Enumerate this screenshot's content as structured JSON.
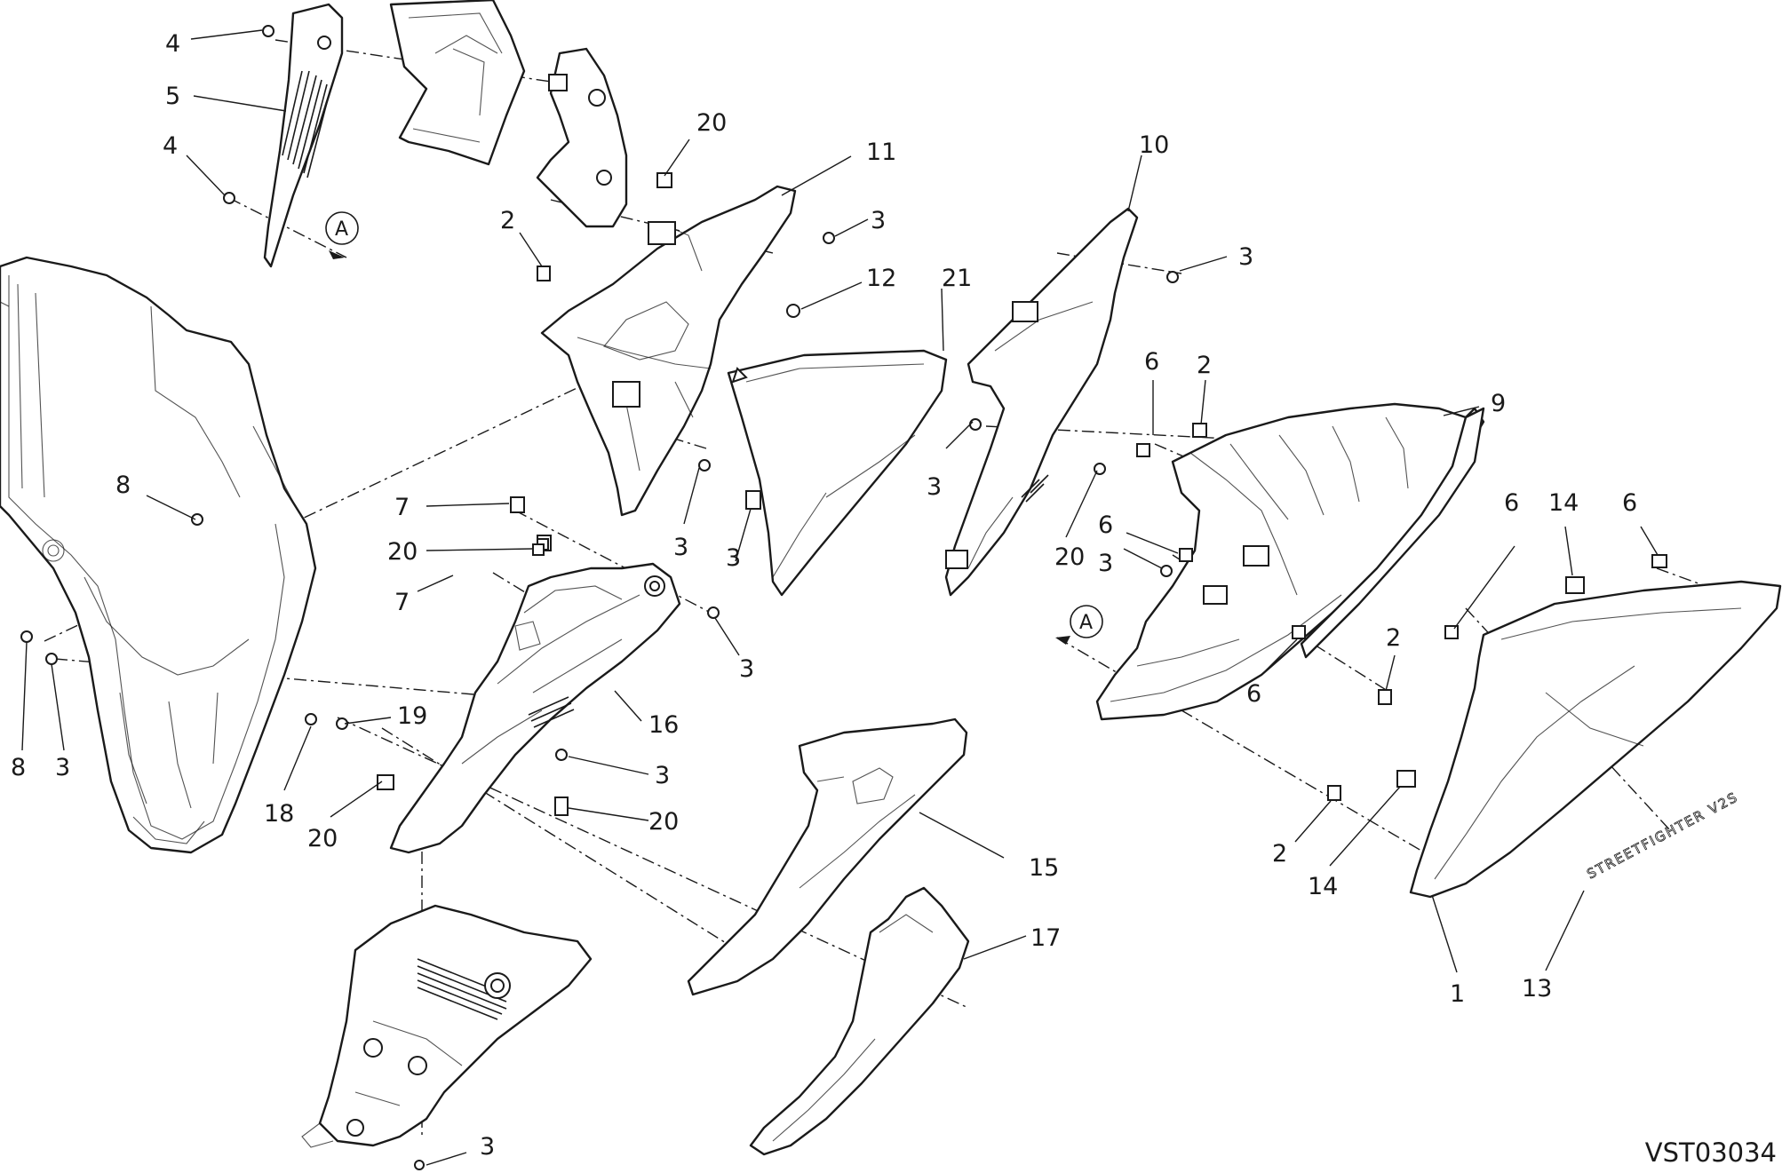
{
  "drawing_code": "VST03034",
  "view_marker": "A",
  "decal_text": "STREETFIGHTER V2S",
  "callouts": [
    {
      "id": "c1",
      "label": "4"
    },
    {
      "id": "c2",
      "label": "5"
    },
    {
      "id": "c3",
      "label": "4"
    },
    {
      "id": "c4",
      "label": "20"
    },
    {
      "id": "c5",
      "label": "11"
    },
    {
      "id": "c6",
      "label": "2"
    },
    {
      "id": "c7",
      "label": "3"
    },
    {
      "id": "c8",
      "label": "12"
    },
    {
      "id": "c9",
      "label": "21"
    },
    {
      "id": "c10",
      "label": "10"
    },
    {
      "id": "c11",
      "label": "3"
    },
    {
      "id": "c12",
      "label": "6"
    },
    {
      "id": "c13",
      "label": "2"
    },
    {
      "id": "c14",
      "label": "9"
    },
    {
      "id": "c15",
      "label": "8"
    },
    {
      "id": "c16",
      "label": "3"
    },
    {
      "id": "c17",
      "label": "20"
    },
    {
      "id": "c18",
      "label": "7"
    },
    {
      "id": "c19",
      "label": "20"
    },
    {
      "id": "c20",
      "label": "7"
    },
    {
      "id": "c21",
      "label": "3"
    },
    {
      "id": "c22",
      "label": "3"
    },
    {
      "id": "c23",
      "label": "3"
    },
    {
      "id": "c24",
      "label": "6"
    },
    {
      "id": "c25",
      "label": "3"
    },
    {
      "id": "c26",
      "label": "6"
    },
    {
      "id": "c27",
      "label": "14"
    },
    {
      "id": "c28",
      "label": "6"
    },
    {
      "id": "c29",
      "label": "2"
    },
    {
      "id": "c30",
      "label": "6"
    },
    {
      "id": "c31",
      "label": "16"
    },
    {
      "id": "c32",
      "label": "19"
    },
    {
      "id": "c33",
      "label": "8"
    },
    {
      "id": "c34",
      "label": "3"
    },
    {
      "id": "c35",
      "label": "18"
    },
    {
      "id": "c36",
      "label": "20"
    },
    {
      "id": "c37",
      "label": "3"
    },
    {
      "id": "c38",
      "label": "20"
    },
    {
      "id": "c39",
      "label": "15"
    },
    {
      "id": "c40",
      "label": "2"
    },
    {
      "id": "c41",
      "label": "14"
    },
    {
      "id": "c42",
      "label": "17"
    },
    {
      "id": "c43",
      "label": "1"
    },
    {
      "id": "c44",
      "label": "13"
    },
    {
      "id": "c45",
      "label": "3"
    }
  ]
}
